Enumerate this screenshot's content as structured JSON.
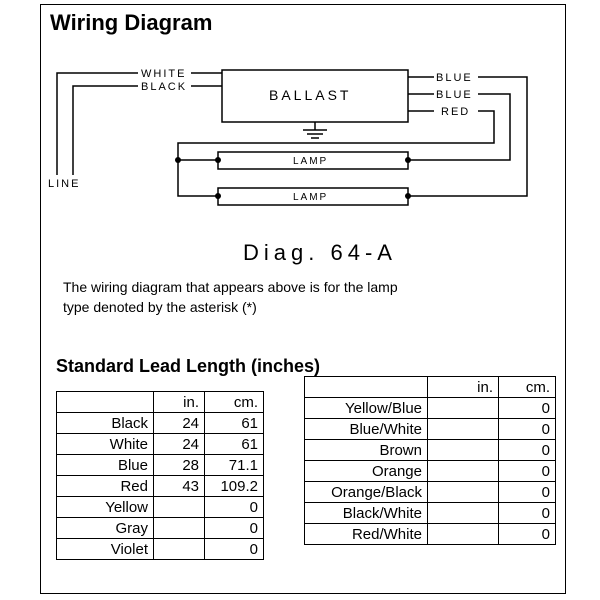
{
  "title": "Wiring Diagram",
  "diagram": {
    "wire_labels": {
      "white": "WHITE",
      "black": "BLACK",
      "blue1": "BLUE",
      "blue2": "BLUE",
      "red": "RED",
      "line": "LINE"
    },
    "ballast_label": "BALLAST",
    "lamp_labels": [
      "LAMP",
      "LAMP"
    ]
  },
  "diagram_number": "Diag. 64-A",
  "note": "The wiring diagram that appears above is for the lamp type denoted by the asterisk (*)",
  "lead_length": {
    "title": "Standard Lead Length (inches)",
    "headers": [
      "",
      "in.",
      "cm."
    ],
    "left_rows": [
      {
        "color": "Black",
        "in": "24",
        "cm": "61"
      },
      {
        "color": "White",
        "in": "24",
        "cm": "61"
      },
      {
        "color": "Blue",
        "in": "28",
        "cm": "71.1"
      },
      {
        "color": "Red",
        "in": "43",
        "cm": "109.2"
      },
      {
        "color": "Yellow",
        "in": "",
        "cm": "0"
      },
      {
        "color": "Gray",
        "in": "",
        "cm": "0"
      },
      {
        "color": "Violet",
        "in": "",
        "cm": "0"
      }
    ],
    "right_rows": [
      {
        "color": "Yellow/Blue",
        "in": "",
        "cm": "0"
      },
      {
        "color": "Blue/White",
        "in": "",
        "cm": "0"
      },
      {
        "color": "Brown",
        "in": "",
        "cm": "0"
      },
      {
        "color": "Orange",
        "in": "",
        "cm": "0"
      },
      {
        "color": "Orange/Black",
        "in": "",
        "cm": "0"
      },
      {
        "color": "Black/White",
        "in": "",
        "cm": "0"
      },
      {
        "color": "Red/White",
        "in": "",
        "cm": "0"
      }
    ]
  }
}
